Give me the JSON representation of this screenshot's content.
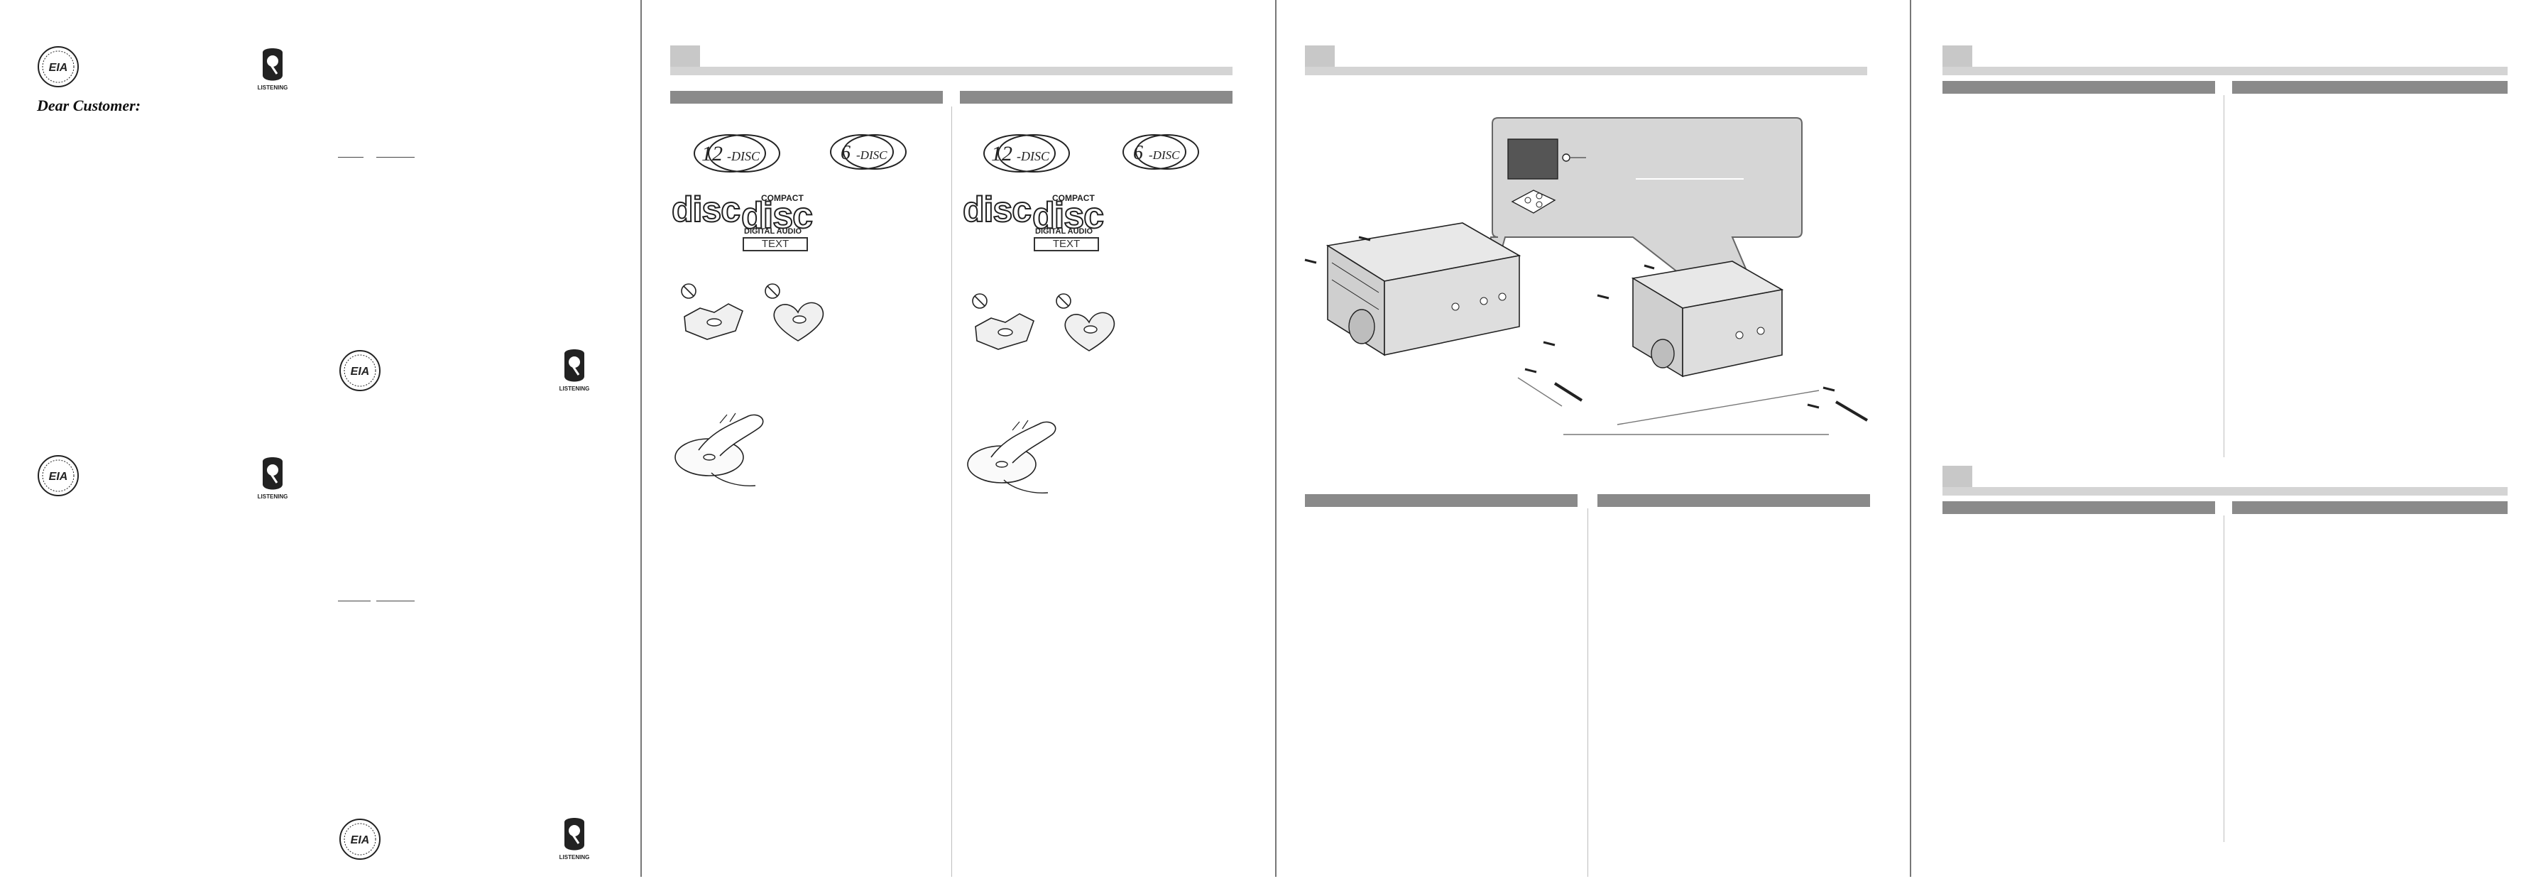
{
  "letter": {
    "greeting": "Dear Customer:"
  },
  "logos": {
    "disc_12": {
      "number": "12",
      "word": "-DISC"
    },
    "disc_6": {
      "number": "6",
      "word": "-DISC"
    },
    "disc_small": "disc",
    "compact_disc": {
      "top": "COMPACT",
      "word": "disc",
      "sub": "DIGITAL AUDIO",
      "text": "TEXT"
    }
  },
  "seals": {
    "eia": "EIA",
    "q": "Q",
    "q_caption": "LISTENING"
  },
  "colors": {
    "section_bar": "#d4d4d4",
    "dark_bar": "#8a8a8a",
    "vertical_rule": "#777777",
    "callout_fill": "#d6d6d6"
  }
}
